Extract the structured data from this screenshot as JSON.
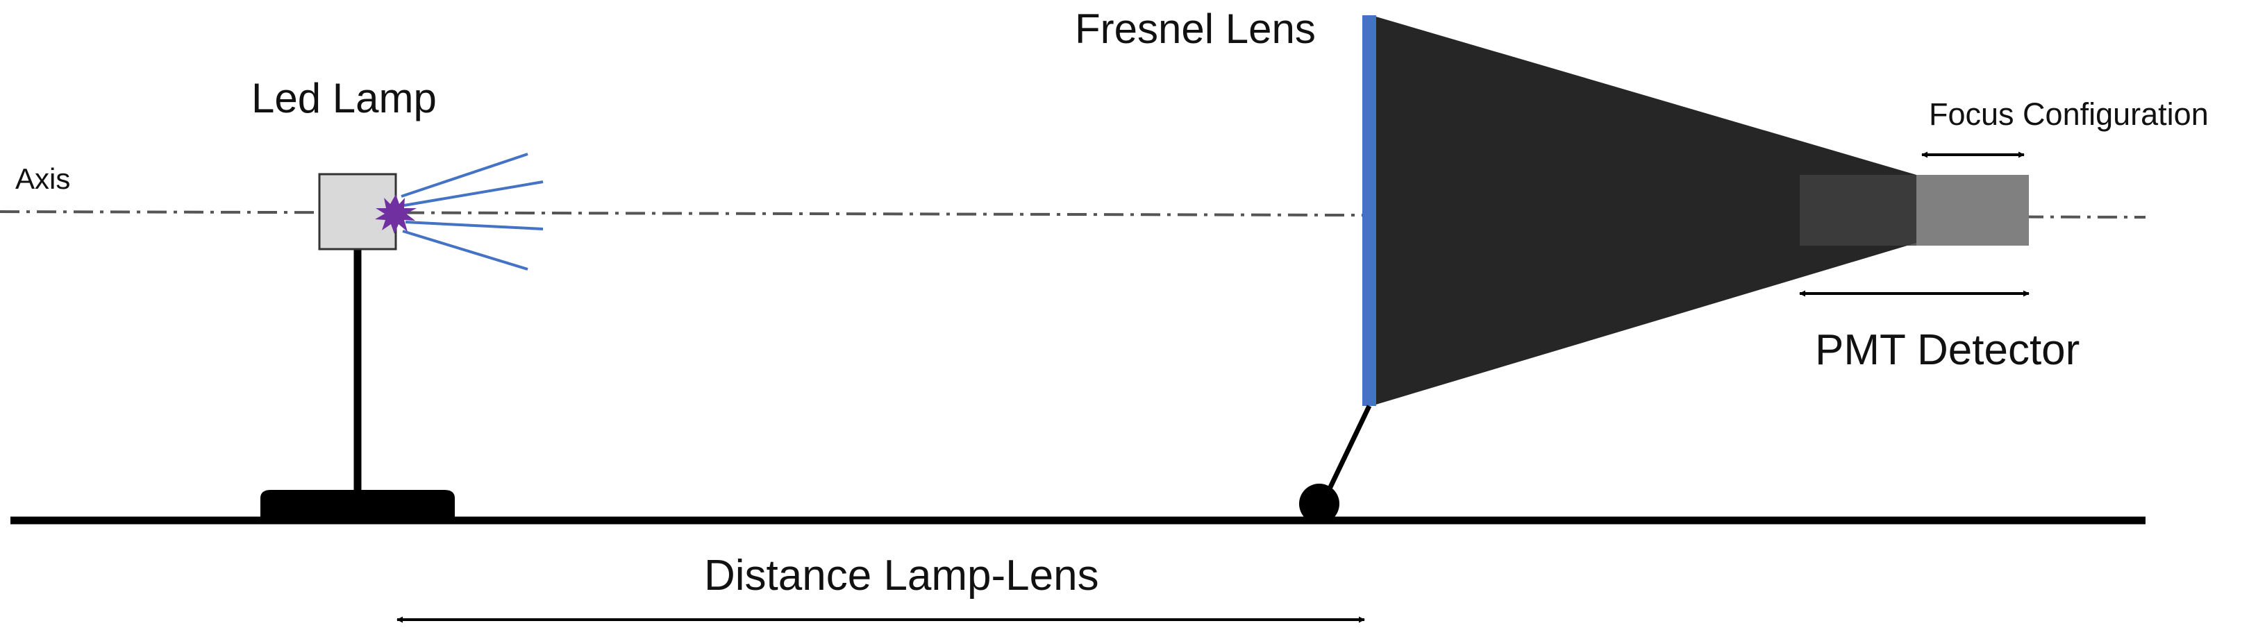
{
  "labels": {
    "axis": "Axis",
    "led_lamp": "Led Lamp",
    "fresnel_lens": "Fresnel Lens",
    "focus_configuration": "Focus Configuration",
    "pmt_detector": "PMT Detector",
    "distance_lamp_lens": "Distance Lamp-Lens"
  },
  "colors": {
    "line": "#000000",
    "axis_line": "#555555",
    "lamp_body": "#d9d9d9",
    "led_star": "#7030a0",
    "light_rays": "#4472c4",
    "lens": "#4472c4",
    "light_cone": "#262626",
    "detector_faded": "#404040",
    "detector": "#808080"
  },
  "icons": {
    "led": "starburst-icon",
    "lens_pivot": "filled-circle-icon"
  }
}
